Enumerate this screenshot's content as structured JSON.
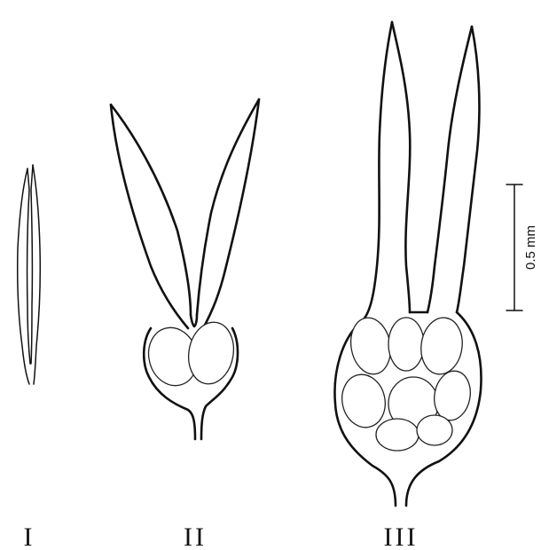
{
  "stages": [
    {
      "id": "stage-1",
      "label": "I"
    },
    {
      "id": "stage-2",
      "label": "II"
    },
    {
      "id": "stage-3",
      "label": "III"
    }
  ],
  "scale_bar": {
    "label": "0.5 mm"
  }
}
